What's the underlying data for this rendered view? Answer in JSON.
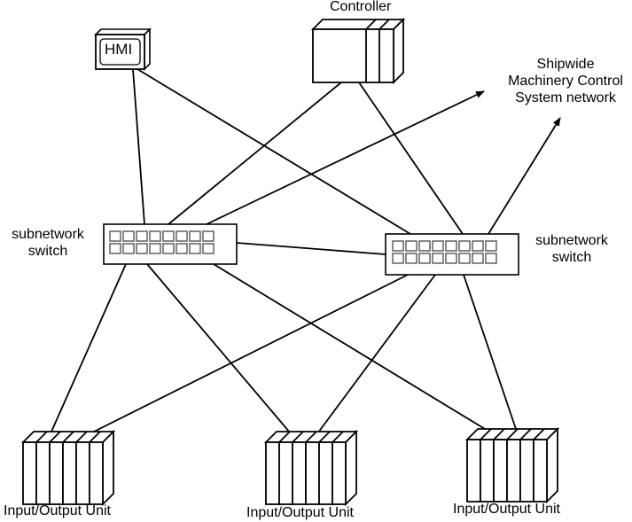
{
  "diagram": {
    "colors": {
      "line": "#000000",
      "port_border": "#555555",
      "background": "#ffffff"
    },
    "nodes": {
      "hmi": {
        "label": "HMI"
      },
      "controller": {
        "label": "Controller"
      },
      "switch_left": {
        "label_line1": "subnetwork",
        "label_line2": "switch",
        "ports_per_row": 8,
        "rows": 2
      },
      "switch_right": {
        "label_line1": "subnetwork",
        "label_line2": "switch",
        "ports_per_row": 8,
        "rows": 2
      },
      "io_left": {
        "label": "Input/Output Unit",
        "modules": 6
      },
      "io_middle": {
        "label": "Input/Output Unit",
        "modules": 6
      },
      "io_right": {
        "label": "Input/Output Unit",
        "modules": 6
      },
      "network": {
        "line1": "Shipwide",
        "line2": "Machinery Control",
        "line3": "System network"
      }
    },
    "connections": [
      {
        "from": "hmi",
        "to": "switch_left"
      },
      {
        "from": "hmi",
        "to": "switch_right"
      },
      {
        "from": "controller",
        "to": "switch_left"
      },
      {
        "from": "controller",
        "to": "switch_right"
      },
      {
        "from": "switch_left",
        "to": "switch_right"
      },
      {
        "from": "switch_left",
        "to": "network",
        "arrow": true
      },
      {
        "from": "switch_right",
        "to": "network",
        "arrow": true
      },
      {
        "from": "switch_left",
        "to": "io_left"
      },
      {
        "from": "switch_left",
        "to": "io_middle"
      },
      {
        "from": "switch_left",
        "to": "io_right"
      },
      {
        "from": "switch_right",
        "to": "io_left"
      },
      {
        "from": "switch_right",
        "to": "io_middle"
      },
      {
        "from": "switch_right",
        "to": "io_right"
      }
    ]
  }
}
